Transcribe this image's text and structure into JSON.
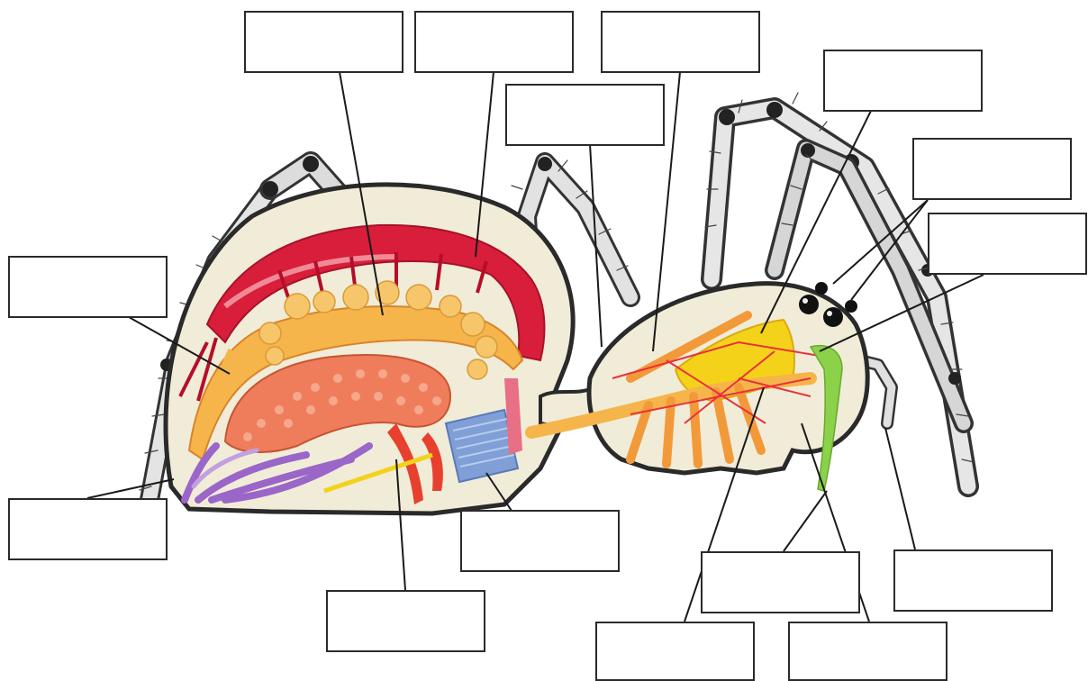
{
  "diagram": {
    "label_boxes": [
      {
        "id": "label-1",
        "text": ""
      },
      {
        "id": "label-2",
        "text": ""
      },
      {
        "id": "label-3",
        "text": ""
      },
      {
        "id": "label-4",
        "text": ""
      },
      {
        "id": "label-5",
        "text": ""
      },
      {
        "id": "label-6",
        "text": ""
      },
      {
        "id": "label-7",
        "text": ""
      },
      {
        "id": "label-8",
        "text": ""
      },
      {
        "id": "label-9",
        "text": ""
      },
      {
        "id": "label-10",
        "text": ""
      },
      {
        "id": "label-11",
        "text": ""
      },
      {
        "id": "label-12",
        "text": ""
      },
      {
        "id": "label-13",
        "text": ""
      },
      {
        "id": "label-14",
        "text": ""
      },
      {
        "id": "label-15",
        "text": ""
      },
      {
        "id": "label-16",
        "text": ""
      }
    ],
    "colors": {
      "outline": "#2a2a2a",
      "body_fill": "#f1ecd8",
      "heart": "#d81e3a",
      "heart_light": "#ef8a96",
      "midgut": "#f6b54a",
      "digestive_gland": "#ef7d5c",
      "silk_gland": "#9a66c8",
      "book_lung": "#7f9fd6",
      "venom_gland": "#f5d21a",
      "nerve": "#e8313b",
      "pharynx": "#8bd14a",
      "leg": "#d8d8d8",
      "leg_joint": "#222222"
    }
  }
}
